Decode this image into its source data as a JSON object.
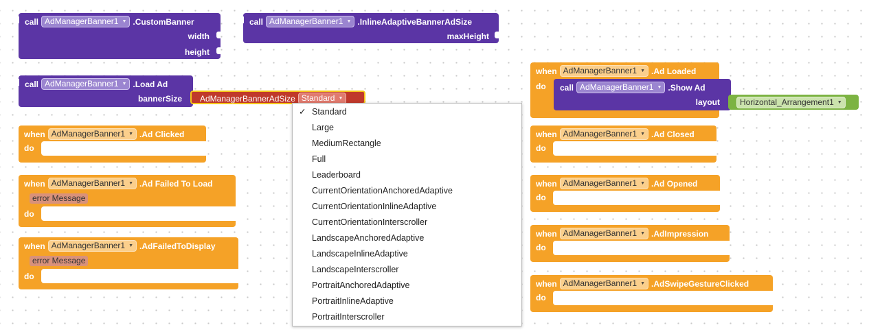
{
  "custom_banner": {
    "call": "call",
    "component": "AdManagerBanner1",
    "method": ".CustomBanner",
    "args": [
      "width",
      "height"
    ]
  },
  "inline_adaptive": {
    "call": "call",
    "component": "AdManagerBanner1",
    "method": ".InlineAdaptiveBannerAdSize",
    "args": [
      "maxHeight"
    ]
  },
  "load_ad": {
    "call": "call",
    "component": "AdManagerBanner1",
    "method": ".Load Ad",
    "arg": "bannerSize"
  },
  "ad_size": {
    "label": "AdManagerBannerAdSize",
    "value": "Standard"
  },
  "ad_clicked": {
    "when": "when",
    "component": "AdManagerBanner1",
    "event": ".Ad Clicked",
    "do": "do"
  },
  "ad_failed_to_load": {
    "when": "when",
    "component": "AdManagerBanner1",
    "event": ".Ad Failed To Load",
    "param": "error Message",
    "do": "do"
  },
  "ad_failed_to_display": {
    "when": "when",
    "component": "AdManagerBanner1",
    "event": ".AdFailedToDisplay",
    "param": "error Message",
    "do": "do"
  },
  "ad_loaded": {
    "when": "when",
    "component": "AdManagerBanner1",
    "event": ".Ad Loaded",
    "do": "do",
    "inner_call": {
      "call": "call",
      "component": "AdManagerBanner1",
      "method": ".Show Ad",
      "arg": "layout",
      "value": "Horizontal_Arrangement1"
    }
  },
  "ad_closed": {
    "when": "when",
    "component": "AdManagerBanner1",
    "event": ".Ad Closed",
    "do": "do"
  },
  "ad_opened": {
    "when": "when",
    "component": "AdManagerBanner1",
    "event": ".Ad Opened",
    "do": "do"
  },
  "ad_impression": {
    "when": "when",
    "component": "AdManagerBanner1",
    "event": ".AdImpression",
    "do": "do"
  },
  "ad_swipe": {
    "when": "when",
    "component": "AdManagerBanner1",
    "event": ".AdSwipeGestureClicked",
    "do": "do"
  },
  "dropdown": {
    "checkmark": "✓",
    "options": [
      "Standard",
      "Large",
      "MediumRectangle",
      "Full",
      "Leaderboard",
      "CurrentOrientationAnchoredAdaptive",
      "CurrentOrientationInlineAdaptive",
      "CurrentOrientationInterscroller",
      "LandscapeAnchoredAdaptive",
      "LandscapeInlineAdaptive",
      "LandscapeInterscroller",
      "PortraitAnchoredAdaptive",
      "PortraitInlineAdaptive",
      "PortraitInterscroller"
    ]
  },
  "colors": {
    "procedure": "#5b35a5",
    "event": "#f5a227",
    "text_block": "#7cb342",
    "helper": "#c0392b"
  }
}
